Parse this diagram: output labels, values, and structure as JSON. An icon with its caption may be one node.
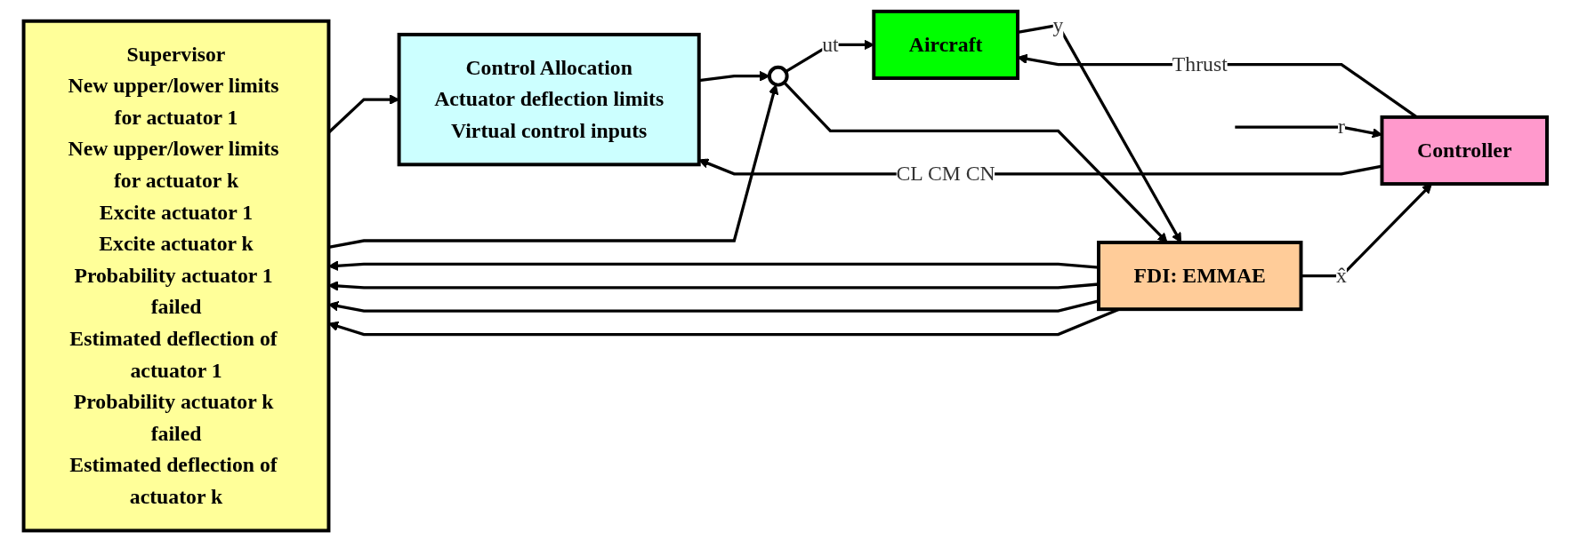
{
  "diagram": {
    "nodes": [
      {
        "text": [
          "Supervisor",
          "New upper/lower limits for actuator 1",
          "New upper/lower limits for actuator k",
          "Excite actuator 1",
          "Excite actuator k",
          "Probability actuator 1 failed",
          "Estimated deflection of actuator 1",
          "Probability actuator k failed",
          "Estimated deflection of actuator k"
        ]
      },
      {
        "text": [
          "FDI: EMMAE"
        ]
      },
      {
        "text": [
          "Control Allocation",
          "Actuator deflection limits",
          "Virtual control inputs"
        ]
      },
      {
        "text": [
          "Controller"
        ]
      },
      {
        "text": [],
        "shape": "circle"
      },
      {
        "text": [
          "Aircraft"
        ]
      }
    ],
    "edges": [
      {
        "from": null,
        "to": 3,
        "label": "r",
        "arrow": "to"
      },
      {
        "from": 3,
        "to": 2,
        "label": "CL CM CN",
        "arrow": "to"
      },
      {
        "from": 3,
        "to": 5,
        "label": "Thrust",
        "arrow": "to"
      },
      {
        "from": 0,
        "to": 2,
        "arrow": "to"
      },
      {
        "from": 0,
        "to": 4,
        "arrow": "to"
      },
      {
        "from": 2,
        "to": 4,
        "arrow": "to"
      },
      {
        "from": 4,
        "to": 5,
        "label": "ut",
        "arrow": "to"
      },
      {
        "from": 4,
        "to": 1,
        "arrow": "to"
      },
      {
        "from": 5,
        "to": 1,
        "label": "y",
        "arrow": "to"
      },
      {
        "from": 1,
        "to": 0,
        "arrow": "to"
      },
      {
        "from": 1,
        "to": 0,
        "arrow": "to"
      },
      {
        "from": 1,
        "to": 0,
        "arrow": "to"
      },
      {
        "from": 1,
        "to": 0,
        "arrow": "to"
      },
      {
        "from": 1,
        "to": 3,
        "label": "x̂",
        "arrow": "to"
      }
    ]
  }
}
